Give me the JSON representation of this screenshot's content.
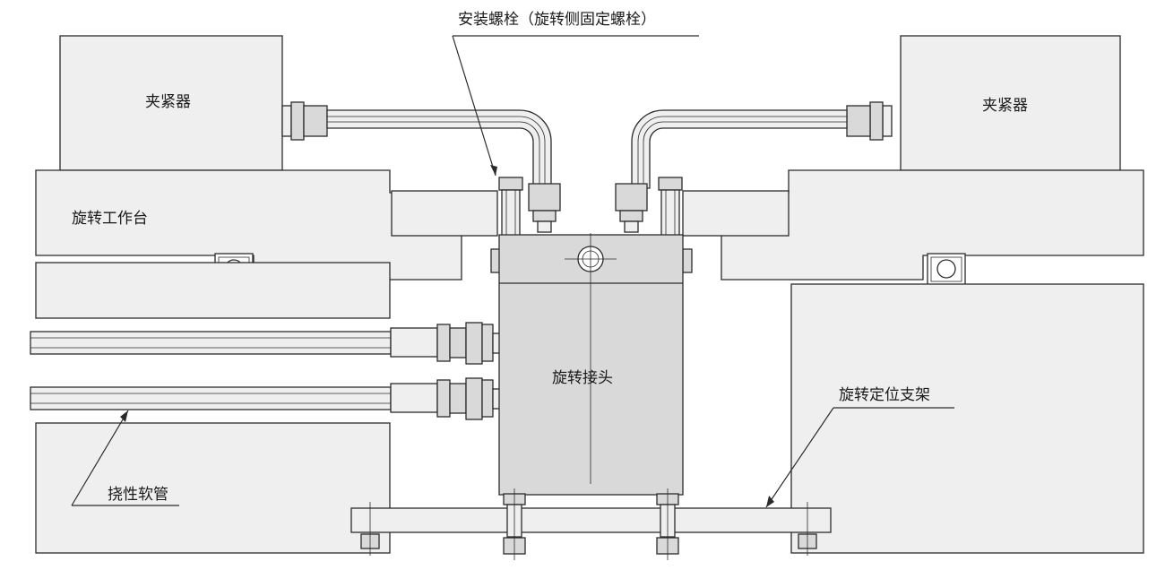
{
  "labels": {
    "mount_bolt": "安装螺栓（旋转侧固定螺栓）",
    "clamp_left": "夹紧器",
    "clamp_right": "夹紧器",
    "rotary_table": "旋转工作台",
    "rotary_joint": "旋转接头",
    "rotation_stop_bracket": "旋转定位支架",
    "flexible_hose": "挠性软管"
  },
  "colors": {
    "part_fill": "#efefef",
    "joint_fill": "#d9d9d9",
    "line": "#2b2b2b"
  }
}
